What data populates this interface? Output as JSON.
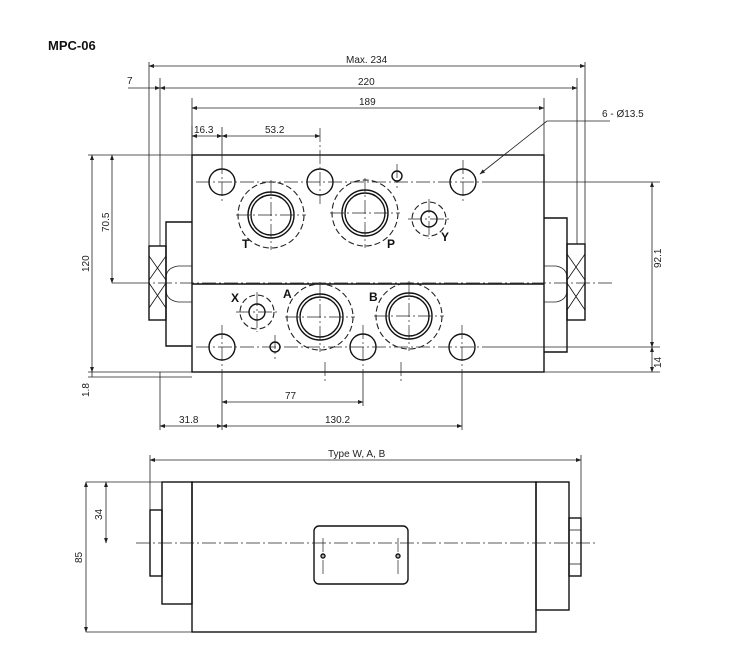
{
  "title": "MPC-06",
  "ports": {
    "t": "T",
    "p": "P",
    "y": "Y",
    "x": "X",
    "a": "A",
    "b": "B"
  },
  "dimensions": {
    "max_234": "Max. 234",
    "d220": "220",
    "d189": "189",
    "d7": "7",
    "d16_3": "16.3",
    "d53_2": "53.2",
    "holes": "6 - Ø13.5",
    "d70_5": "70.5",
    "d120": "120",
    "d92_1": "92.1",
    "d14": "14",
    "d1_8": "1.8",
    "d77": "77",
    "d31_8": "31.8",
    "d130_2": "130.2",
    "type": "Type W, A, B",
    "d34": "34",
    "d85": "85"
  }
}
